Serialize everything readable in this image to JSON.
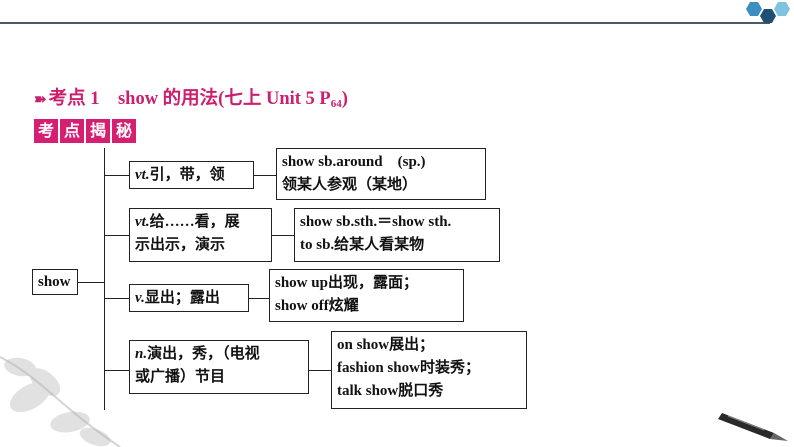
{
  "title": {
    "arrow": "➽",
    "main": "考点 1　show 的用法(七上 Unit 5 P",
    "sub": "64",
    "end": ")"
  },
  "badge": [
    "考",
    "点",
    "揭",
    "秘"
  ],
  "root": "show",
  "branches": [
    {
      "pos": "vt.",
      "meaning_lines": [
        "引，带，领"
      ],
      "usage_lines": [
        "show sb.around　(sp.)",
        "领某人参观（某地）"
      ]
    },
    {
      "pos": "vt.",
      "meaning_lines": [
        "给……看，展",
        "示出示，演示"
      ],
      "usage_lines": [
        "show sb.sth.＝show sth.",
        "to sb.给某人看某物"
      ]
    },
    {
      "pos": "v.",
      "meaning_lines": [
        "显出；露出"
      ],
      "usage_lines": [
        "show up出现，露面；",
        "show off炫耀"
      ]
    },
    {
      "pos": "n.",
      "meaning_lines": [
        "演出，秀，（电视",
        "或广播）节目"
      ],
      "usage_lines": [
        "on show展出；",
        "fashion show时装秀；",
        "talk show脱口秀"
      ]
    }
  ],
  "colors": {
    "accent": "#d41f72",
    "title": "#cc1f6e"
  }
}
